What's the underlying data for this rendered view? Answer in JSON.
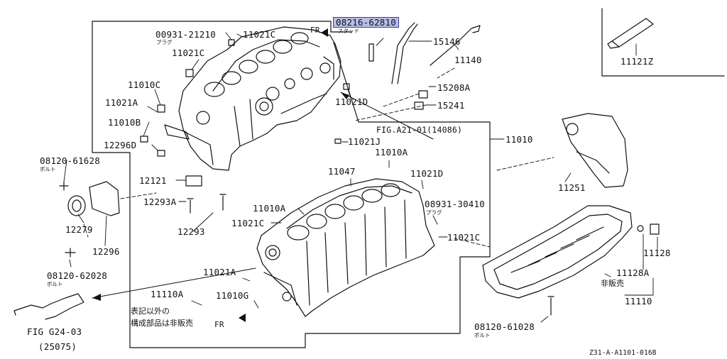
{
  "labels": {
    "p08216_62810": "08216-62810",
    "p08216_62810_sub": "スタッド",
    "fr_top": "FR",
    "p00931_21210": "00931-21210",
    "p00931_21210_sub": "プラグ",
    "p11021C_a": "11021C",
    "p11021C_b": "11021C",
    "p11010C": "11010C",
    "p11021A_a": "11021A",
    "p11010B": "11010B",
    "p12296D": "12296D",
    "p15146": "15146",
    "p11140": "11140",
    "p15208A": "15208A",
    "p15241": "15241",
    "p11021D_a": "11021D",
    "fig_a21": "FIG.A21-01(14086)",
    "p11021J": "11021J",
    "p11010": "11010",
    "p11121Z": "11121Z",
    "p08120_61628": "08120-61628",
    "p08120_61628_sub": "ボルト",
    "p12121": "12121",
    "p12293A": "12293A",
    "p12279": "12279",
    "p12293": "12293",
    "p12296": "12296",
    "p11010A_a": "11010A",
    "p11047": "11047",
    "p11021D_b": "11021D",
    "p08931_30410": "08931-30410",
    "p08931_30410_sub": "プラグ",
    "p11010A_b": "11010A",
    "p11021C_c": "11021C",
    "p11021C_d": "11021C",
    "p11251": "11251",
    "p11128": "11128",
    "p11128A": "11128A",
    "not_sold": "非販売",
    "p11110": "11110",
    "p08120_62028": "08120-62028",
    "p08120_62028_sub": "ボルト",
    "p11021A_b": "11021A",
    "p11110A": "11110A",
    "p11010G": "11010G",
    "note_line1": "表記以外の",
    "note_line2": "構成部品は非販売",
    "fr_bottom": "FR",
    "fig_g24_line1": "FIG G24-03",
    "fig_g24_line2": "(25075)",
    "p08120_61028": "08120-61028",
    "p08120_61028_sub": "ボルト",
    "ref_code": "Z31-A-A1101-016B"
  }
}
